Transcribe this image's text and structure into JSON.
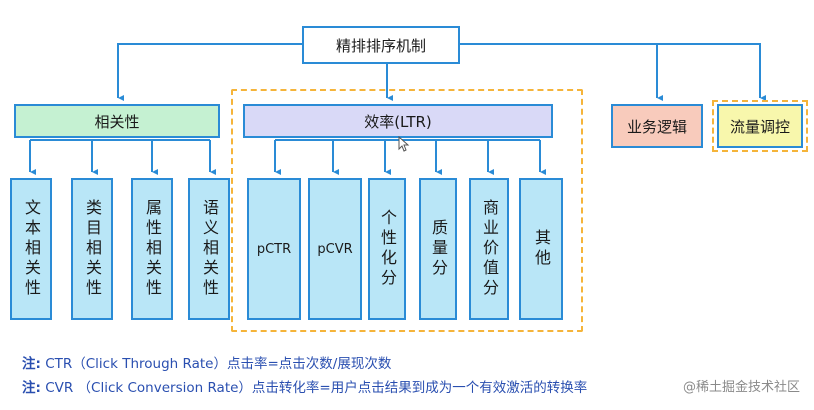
{
  "root": {
    "label": "精排排序机制"
  },
  "groups": {
    "relevance": {
      "label": "相关性",
      "children": [
        "文本相关性",
        "类目相关性",
        "属性相关性",
        "语义相关性"
      ]
    },
    "efficiency": {
      "label": "效率(LTR)",
      "children": [
        "pCTR",
        "pCVR",
        "个性化分",
        "质量分",
        "商业价值分",
        "其他"
      ]
    },
    "business": {
      "label": "业务逻辑"
    },
    "traffic": {
      "label": "流量调控"
    }
  },
  "notes": {
    "line1_prefix": "注:",
    "line1_body": "CTR（Click Through Rate）点击率=点击次数/展现次数",
    "line2_prefix": "注:",
    "line2_body": "CVR （Click Conversion Rate）点击转化率=用户点击结果到成为一个有效激活的转换率"
  },
  "watermark": "@稀土掘金技术社区",
  "colors": {
    "connector": "#2a8bd6",
    "dashed_border": "#f5b43a",
    "relevance_fill": "#c5f1d2",
    "efficiency_fill": "#d9d9f7",
    "business_fill": "#f8cbbc",
    "traffic_fill": "#f8f7ac",
    "leaf_fill": "#b9e6f7",
    "note_text": "#2a4fb0"
  }
}
